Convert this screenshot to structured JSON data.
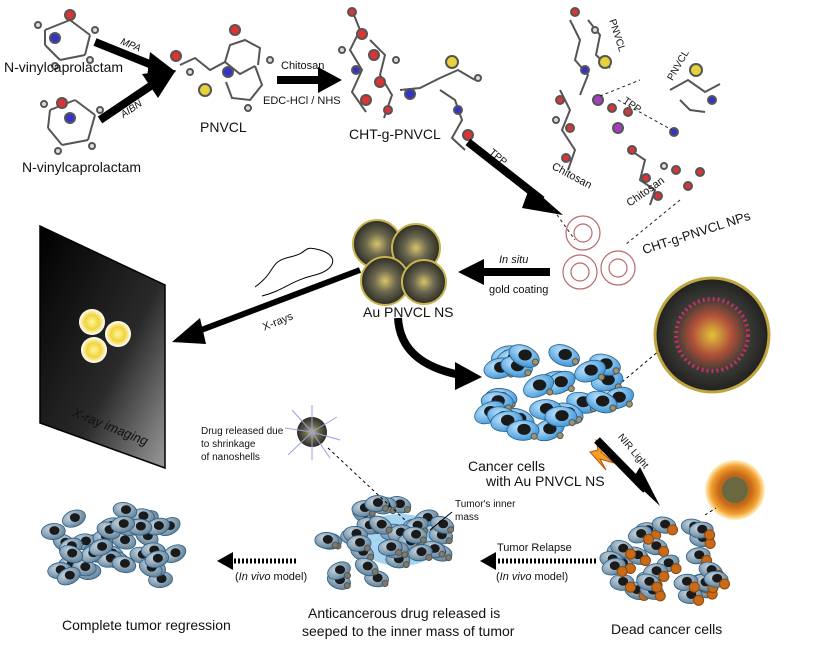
{
  "labels": {
    "monomer_top": "N-vinylcaprolactam",
    "monomer_bottom": "N-vinylcaprolactam",
    "mpa": "MPA",
    "aibn": "AIBN",
    "pnvcl": "PNVCL",
    "chitosan_reagent": "Chitosan",
    "coupling": "EDC-HCl / NHS",
    "cht_g_pnvcl": "CHT-g-PNVCL",
    "tpp_arrow": "TPP",
    "pnvcl_1": "PNVCL",
    "pnvcl_2": "PNVCL",
    "tpp_link": "TPP",
    "chitosan_1": "Chitosan",
    "chitosan_2": "Chitosan",
    "cht_nps": "CHT-g-PNVCL NPs",
    "in_situ": "In situ",
    "gold_coating": "gold coating",
    "au_ns": "Au PNVCL NS",
    "xrays": "X-rays",
    "xray_imaging": "X-ray imaging",
    "cancer_cells_1": "Cancer cells",
    "cancer_cells_2": "with Au PNVCL NS",
    "nir": "NIR Light",
    "drug_released_1": "Drug released due",
    "drug_released_2": "to shrinkage",
    "drug_released_3": "of nanoshells",
    "inner_mass_1": "Tumor's inner",
    "inner_mass_2": "mass",
    "relapse": "Tumor Relapse",
    "invivo_right_a": "(",
    "invivo_right_b": "In vivo",
    "invivo_right_c": " model)",
    "invivo_left_a": "(",
    "invivo_left_b": "In vivo",
    "invivo_left_c": " model)",
    "dead_cells": "Dead cancer cells",
    "anticancer_1": "Anticancerous drug released is",
    "anticancer_2": "seeped to the inner mass of tumor",
    "regression": "Complete tumor regression"
  },
  "colors": {
    "arrow": "#000000",
    "cell_blue": "#5fb0e6",
    "cell_gray": "#7f9bb0",
    "gold": "#c8a23a",
    "nir": "#f0a020",
    "nucleus": "#1a1a1a"
  }
}
